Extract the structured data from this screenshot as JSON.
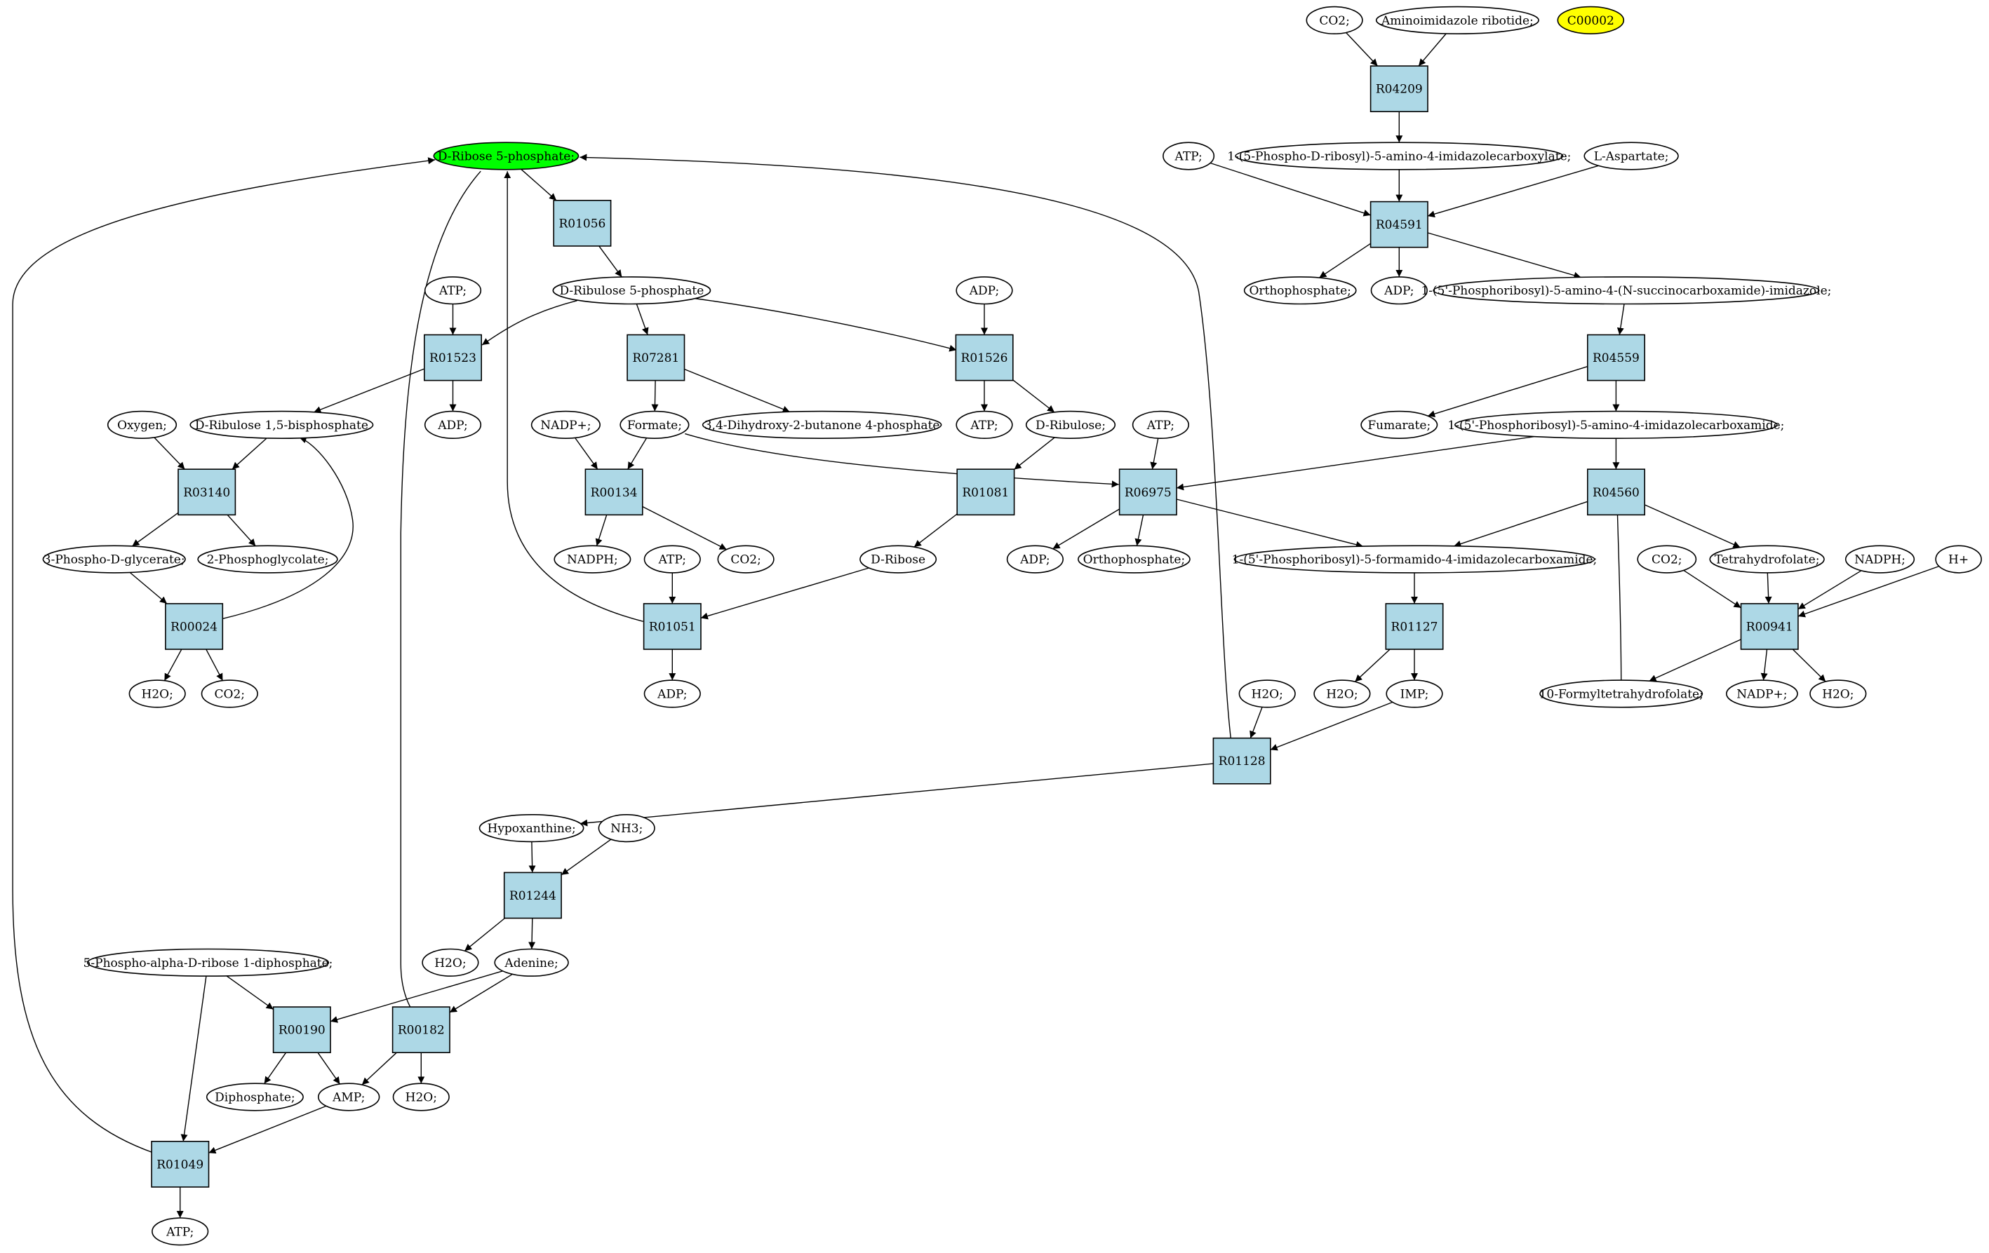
{
  "colors": {
    "reaction_fill": "#add8e6",
    "metabolite_fill": "#ffffff",
    "highlight_green": "#00ff00",
    "highlight_yellow": "#ffff00",
    "stroke": "#000000"
  },
  "nodes": [
    {
      "id": "m_co2_top",
      "kind": "metabolite",
      "label": "CO2;"
    },
    {
      "id": "m_air",
      "kind": "metabolite",
      "label": "Aminoimidazole ribotide;"
    },
    {
      "id": "m_c00002",
      "kind": "metabolite",
      "label": "C00002",
      "highlight": "yellow"
    },
    {
      "id": "r_R04209",
      "kind": "reaction",
      "label": "R04209"
    },
    {
      "id": "m_cair",
      "kind": "metabolite",
      "label": "1-(5-Phospho-D-ribosyl)-5-amino-4-imidazolecarboxylate;"
    },
    {
      "id": "m_atp_r04591",
      "kind": "metabolite",
      "label": "ATP;"
    },
    {
      "id": "m_laspartate",
      "kind": "metabolite",
      "label": "L-Aspartate;"
    },
    {
      "id": "r_R04591",
      "kind": "reaction",
      "label": "R04591"
    },
    {
      "id": "m_ortho_r04591",
      "kind": "metabolite",
      "label": "Orthophosphate;"
    },
    {
      "id": "m_adp_r04591",
      "kind": "metabolite",
      "label": "ADP;"
    },
    {
      "id": "m_saicar",
      "kind": "metabolite",
      "label": "1-(5'-Phosphoribosyl)-5-amino-4-(N-succinocarboxamide)-imidazole;"
    },
    {
      "id": "r_R04559",
      "kind": "reaction",
      "label": "R04559"
    },
    {
      "id": "m_fumarate",
      "kind": "metabolite",
      "label": "Fumarate;"
    },
    {
      "id": "m_aicar",
      "kind": "metabolite",
      "label": "1-(5'-Phosphoribosyl)-5-amino-4-imidazolecarboxamide;"
    },
    {
      "id": "r_R04560",
      "kind": "reaction",
      "label": "R04560"
    },
    {
      "id": "m_co2_r00941",
      "kind": "metabolite",
      "label": "CO2;"
    },
    {
      "id": "m_thf",
      "kind": "metabolite",
      "label": "Tetrahydrofolate;"
    },
    {
      "id": "m_nadph_r00941",
      "kind": "metabolite",
      "label": "NADPH;"
    },
    {
      "id": "m_hplus",
      "kind": "metabolite",
      "label": "H+"
    },
    {
      "id": "r_R00941",
      "kind": "reaction",
      "label": "R00941"
    },
    {
      "id": "m_10fthf",
      "kind": "metabolite",
      "label": "10-Formyltetrahydrofolate;"
    },
    {
      "id": "m_nadp_r00941",
      "kind": "metabolite",
      "label": "NADP+;"
    },
    {
      "id": "m_h2o_r00941",
      "kind": "metabolite",
      "label": "H2O;"
    },
    {
      "id": "m_faicar",
      "kind": "metabolite",
      "label": "1-(5'-Phosphoribosyl)-5-formamido-4-imidazolecarboxamide;"
    },
    {
      "id": "r_R01127",
      "kind": "reaction",
      "label": "R01127"
    },
    {
      "id": "m_h2o_r01127",
      "kind": "metabolite",
      "label": "H2O;"
    },
    {
      "id": "m_imp",
      "kind": "metabolite",
      "label": "IMP;"
    },
    {
      "id": "m_h2o_r01128",
      "kind": "metabolite",
      "label": "H2O;"
    },
    {
      "id": "r_R01128",
      "kind": "reaction",
      "label": "R01128"
    },
    {
      "id": "m_dr5p_main",
      "kind": "metabolite",
      "label": "D-Ribose 5-phosphate;",
      "highlight": "green"
    },
    {
      "id": "r_R01056",
      "kind": "reaction",
      "label": "R01056"
    },
    {
      "id": "m_ru5p",
      "kind": "metabolite",
      "label": "D-Ribulose 5-phosphate"
    },
    {
      "id": "m_atp_r01523",
      "kind": "metabolite",
      "label": "ATP;"
    },
    {
      "id": "r_R01523",
      "kind": "reaction",
      "label": "R01523"
    },
    {
      "id": "m_adp_r01523",
      "kind": "metabolite",
      "label": "ADP;"
    },
    {
      "id": "r_R07281",
      "kind": "reaction",
      "label": "R07281"
    },
    {
      "id": "m_dhbp",
      "kind": "metabolite",
      "label": "3,4-Dihydroxy-2-butanone 4-phosphate"
    },
    {
      "id": "m_formate",
      "kind": "metabolite",
      "label": "Formate;"
    },
    {
      "id": "m_adp_r01526",
      "kind": "metabolite",
      "label": "ADP;"
    },
    {
      "id": "r_R01526",
      "kind": "reaction",
      "label": "R01526"
    },
    {
      "id": "m_atp_r01526",
      "kind": "metabolite",
      "label": "ATP;"
    },
    {
      "id": "m_dribulose",
      "kind": "metabolite",
      "label": "D-Ribulose;"
    },
    {
      "id": "m_atp_r06975",
      "kind": "metabolite",
      "label": "ATP;"
    },
    {
      "id": "r_R06975",
      "kind": "reaction",
      "label": "R06975"
    },
    {
      "id": "m_adp_r06975",
      "kind": "metabolite",
      "label": "ADP;"
    },
    {
      "id": "m_ortho_r06975",
      "kind": "metabolite",
      "label": "Orthophosphate;"
    },
    {
      "id": "r_R01081",
      "kind": "reaction",
      "label": "R01081"
    },
    {
      "id": "m_dribose",
      "kind": "metabolite",
      "label": "D-Ribose"
    },
    {
      "id": "m_nadp_r00134",
      "kind": "metabolite",
      "label": "NADP+;"
    },
    {
      "id": "r_R00134",
      "kind": "reaction",
      "label": "R00134"
    },
    {
      "id": "m_nadph_r00134",
      "kind": "metabolite",
      "label": "NADPH;"
    },
    {
      "id": "m_co2_r00134",
      "kind": "metabolite",
      "label": "CO2;"
    },
    {
      "id": "m_atp_r01051",
      "kind": "metabolite",
      "label": "ATP;"
    },
    {
      "id": "r_R01051",
      "kind": "reaction",
      "label": "R01051"
    },
    {
      "id": "m_adp_r01051",
      "kind": "metabolite",
      "label": "ADP;"
    },
    {
      "id": "m_oxygen",
      "kind": "metabolite",
      "label": "Oxygen;"
    },
    {
      "id": "m_rubp",
      "kind": "metabolite",
      "label": "D-Ribulose 1,5-bisphosphate"
    },
    {
      "id": "r_R03140",
      "kind": "reaction",
      "label": "R03140"
    },
    {
      "id": "m_3pg",
      "kind": "metabolite",
      "label": "3-Phospho-D-glycerate;"
    },
    {
      "id": "m_2pglycolate",
      "kind": "metabolite",
      "label": "2-Phosphoglycolate;"
    },
    {
      "id": "r_R00024",
      "kind": "reaction",
      "label": "R00024"
    },
    {
      "id": "m_h2o_r00024",
      "kind": "metabolite",
      "label": "H2O;"
    },
    {
      "id": "m_co2_r00024",
      "kind": "metabolite",
      "label": "CO2;"
    },
    {
      "id": "m_hypoxanthine",
      "kind": "metabolite",
      "label": "Hypoxanthine;"
    },
    {
      "id": "m_nh3",
      "kind": "metabolite",
      "label": "NH3;"
    },
    {
      "id": "r_R01244",
      "kind": "reaction",
      "label": "R01244"
    },
    {
      "id": "m_h2o_r01244",
      "kind": "metabolite",
      "label": "H2O;"
    },
    {
      "id": "m_adenine",
      "kind": "metabolite",
      "label": "Adenine;"
    },
    {
      "id": "m_prpp",
      "kind": "metabolite",
      "label": "5-Phospho-alpha-D-ribose 1-diphosphate;"
    },
    {
      "id": "r_R00190",
      "kind": "reaction",
      "label": "R00190"
    },
    {
      "id": "r_R00182",
      "kind": "reaction",
      "label": "R00182"
    },
    {
      "id": "m_diphosphate",
      "kind": "metabolite",
      "label": "Diphosphate;"
    },
    {
      "id": "m_amp",
      "kind": "metabolite",
      "label": "AMP;"
    },
    {
      "id": "m_h2o_r00182",
      "kind": "metabolite",
      "label": "H2O;"
    },
    {
      "id": "r_R01049",
      "kind": "reaction",
      "label": "R01049"
    },
    {
      "id": "m_atp_r01049",
      "kind": "metabolite",
      "label": "ATP;"
    }
  ],
  "edges": [
    [
      "m_co2_top",
      "r_R04209"
    ],
    [
      "m_air",
      "r_R04209"
    ],
    [
      "r_R04209",
      "m_cair"
    ],
    [
      "m_cair",
      "r_R04591"
    ],
    [
      "m_atp_r04591",
      "r_R04591"
    ],
    [
      "m_laspartate",
      "r_R04591"
    ],
    [
      "r_R04591",
      "m_ortho_r04591"
    ],
    [
      "r_R04591",
      "m_adp_r04591"
    ],
    [
      "r_R04591",
      "m_saicar"
    ],
    [
      "m_saicar",
      "r_R04559"
    ],
    [
      "r_R04559",
      "m_fumarate"
    ],
    [
      "r_R04559",
      "m_aicar"
    ],
    [
      "m_aicar",
      "r_R04560"
    ],
    [
      "m_aicar",
      "r_R06975"
    ],
    [
      "r_R04560",
      "m_thf"
    ],
    [
      "r_R04560",
      "m_faicar"
    ],
    [
      "m_co2_r00941",
      "r_R00941"
    ],
    [
      "m_thf",
      "r_R00941"
    ],
    [
      "m_nadph_r00941",
      "r_R00941"
    ],
    [
      "m_hplus",
      "r_R00941"
    ],
    [
      "r_R00941",
      "m_10fthf"
    ],
    [
      "r_R00941",
      "m_nadp_r00941"
    ],
    [
      "r_R00941",
      "m_h2o_r00941"
    ],
    [
      "m_10fthf",
      "r_R04560"
    ],
    [
      "m_faicar",
      "r_R01127"
    ],
    [
      "r_R01127",
      "m_h2o_r01127"
    ],
    [
      "r_R01127",
      "m_imp"
    ],
    [
      "m_imp",
      "r_R01128"
    ],
    [
      "m_h2o_r01128",
      "r_R01128"
    ],
    [
      "r_R01128",
      "m_dr5p_main"
    ],
    [
      "r_R01128",
      "m_hypoxanthine"
    ],
    [
      "m_dr5p_main",
      "r_R01056"
    ],
    [
      "r_R01056",
      "m_ru5p"
    ],
    [
      "m_ru5p",
      "r_R01523"
    ],
    [
      "m_ru5p",
      "r_R07281"
    ],
    [
      "m_ru5p",
      "r_R01526"
    ],
    [
      "m_atp_r01523",
      "r_R01523"
    ],
    [
      "r_R01523",
      "m_adp_r01523"
    ],
    [
      "r_R01523",
      "m_rubp"
    ],
    [
      "r_R07281",
      "m_formate"
    ],
    [
      "r_R07281",
      "m_dhbp"
    ],
    [
      "m_adp_r01526",
      "r_R01526"
    ],
    [
      "r_R01526",
      "m_atp_r01526"
    ],
    [
      "r_R01526",
      "m_dribulose"
    ],
    [
      "m_formate",
      "r_R00134"
    ],
    [
      "m_formate",
      "r_R06975"
    ],
    [
      "m_nadp_r00134",
      "r_R00134"
    ],
    [
      "r_R00134",
      "m_nadph_r00134"
    ],
    [
      "r_R00134",
      "m_co2_r00134"
    ],
    [
      "m_atp_r06975",
      "r_R06975"
    ],
    [
      "r_R06975",
      "m_adp_r06975"
    ],
    [
      "r_R06975",
      "m_ortho_r06975"
    ],
    [
      "r_R06975",
      "m_faicar"
    ],
    [
      "m_dribulose",
      "r_R01081"
    ],
    [
      "r_R01081",
      "m_dribose"
    ],
    [
      "m_dribose",
      "r_R01051"
    ],
    [
      "m_atp_r01051",
      "r_R01051"
    ],
    [
      "r_R01051",
      "m_adp_r01051"
    ],
    [
      "r_R01051",
      "m_dr5p_main"
    ],
    [
      "m_oxygen",
      "r_R03140"
    ],
    [
      "m_rubp",
      "r_R03140"
    ],
    [
      "r_R03140",
      "m_3pg"
    ],
    [
      "r_R03140",
      "m_2pglycolate"
    ],
    [
      "m_3pg",
      "r_R00024"
    ],
    [
      "r_R00024",
      "m_h2o_r00024"
    ],
    [
      "r_R00024",
      "m_co2_r00024"
    ],
    [
      "r_R00024",
      "m_rubp"
    ],
    [
      "m_hypoxanthine",
      "r_R01244"
    ],
    [
      "m_nh3",
      "r_R01244"
    ],
    [
      "r_R01244",
      "m_h2o_r01244"
    ],
    [
      "r_R01244",
      "m_adenine"
    ],
    [
      "m_adenine",
      "r_R00190"
    ],
    [
      "m_adenine",
      "r_R00182"
    ],
    [
      "m_prpp",
      "r_R00190"
    ],
    [
      "m_prpp",
      "r_R01049"
    ],
    [
      "r_R00190",
      "m_diphosphate"
    ],
    [
      "r_R00190",
      "m_amp"
    ],
    [
      "m_dr5p_main",
      "r_R00182"
    ],
    [
      "r_R00182",
      "m_amp"
    ],
    [
      "r_R00182",
      "m_h2o_r00182"
    ],
    [
      "m_amp",
      "r_R01049"
    ],
    [
      "r_R01049",
      "m_atp_r01049"
    ],
    [
      "r_R01049",
      "m_dr5p_main"
    ]
  ]
}
